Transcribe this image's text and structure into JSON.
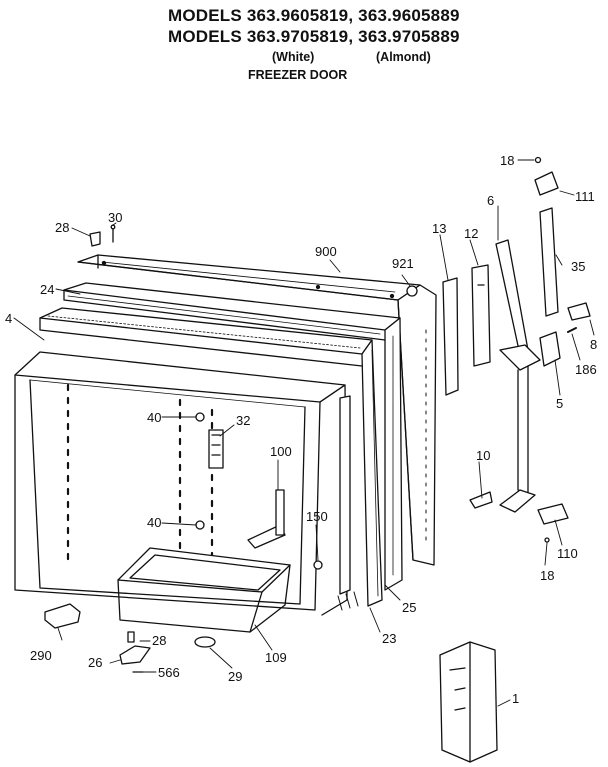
{
  "header": {
    "line1": "MODELS 363.9605819, 363.9605889",
    "line2": "MODELS 363.9705819, 363.9705889",
    "white": "(White)",
    "almond": "(Almond)",
    "section": "FREEZER DOOR"
  },
  "callouts": {
    "p18a": "18",
    "p111": "111",
    "p6": "6",
    "p35": "35",
    "p8": "8",
    "p186": "186",
    "p5": "5",
    "p13": "13",
    "p12": "12",
    "p900": "900",
    "p921": "921",
    "p28a": "28",
    "p30": "30",
    "p24": "24",
    "p4": "4",
    "p40a": "40",
    "p32": "32",
    "p100": "100",
    "p40b": "40",
    "p150": "150",
    "p10": "10",
    "p110": "110",
    "p18b": "18",
    "p25": "25",
    "p23": "23",
    "p109": "109",
    "p290": "290",
    "p28b": "28",
    "p26": "26",
    "p566": "566",
    "p29": "29",
    "p1": "1"
  }
}
